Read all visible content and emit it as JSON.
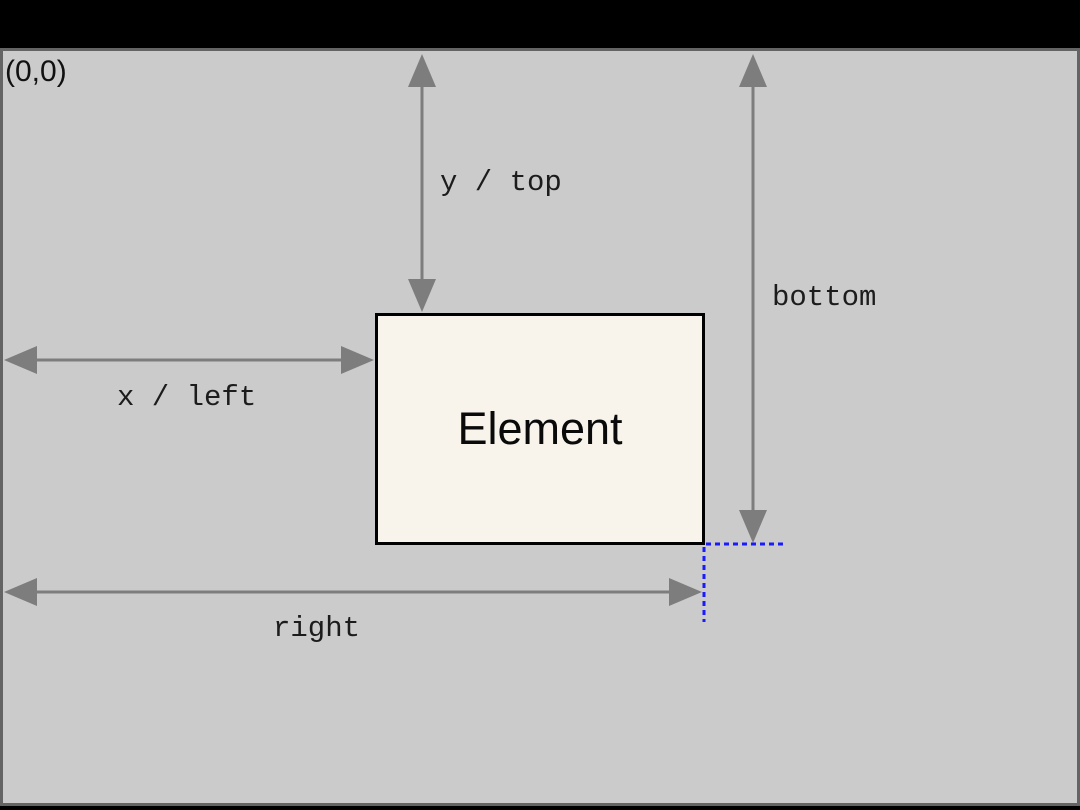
{
  "labels": {
    "origin": "(0,0)",
    "y_top": "y / top",
    "x_left": "x / left",
    "bottom": "bottom",
    "right": "right",
    "element": "Element"
  },
  "colors": {
    "page_bg": "#000000",
    "viewport_bg": "#cbcbcb",
    "viewport_border": "#646464",
    "arrow": "#7d7d7d",
    "guide_blue": "#1a1aff",
    "element_fill": "#f8f4ec",
    "element_border": "#000000",
    "label_text": "#1c1c1c"
  }
}
